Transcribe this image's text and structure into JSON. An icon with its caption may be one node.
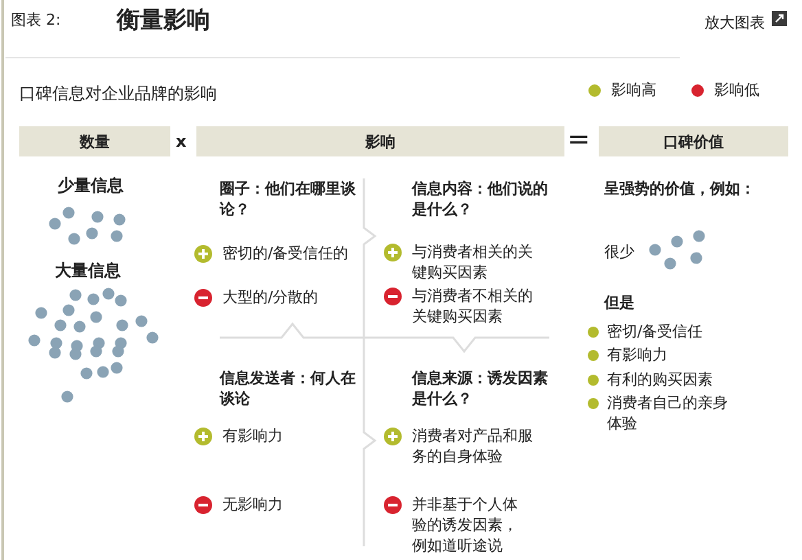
{
  "diagram": {
    "title": "衡量影响",
    "nodes": [
      {
        "text": [
          "数量"
        ]
      },
      {
        "text": [
          "影响"
        ]
      },
      {
        "text": [
          "口碑价值"
        ]
      }
    ],
    "labels": [
      "图表 2:",
      "放大图表",
      "口碑信息对企业品牌的影响",
      "x",
      "=",
      "少量信息",
      "大量信息",
      "圈子：他们在哪里谈论？",
      "密切的/备受信任的",
      "大型的/分散的",
      "信息内容：他们说的是什么？",
      "与消费者相关的关键购买因素",
      "与消费者不相关的关键购买因素",
      "呈强势的价值，例如：",
      "很少",
      "但是",
      "密切/备受信任",
      "有影响力",
      "有利的购买因素",
      "消费者自己的亲身体验",
      "信息发送者：何人在谈论",
      "有影响力",
      "无影响力",
      "信息来源：诱发因素是什么？",
      "消费者对产品和服务的自身体验",
      "并非基于个人体验的诱发因素，例如道听途说"
    ],
    "legend": [
      {
        "text": "影响高",
        "color": "#b3bb2e"
      },
      {
        "text": "影响低",
        "color": "#d8232f"
      }
    ]
  }
}
